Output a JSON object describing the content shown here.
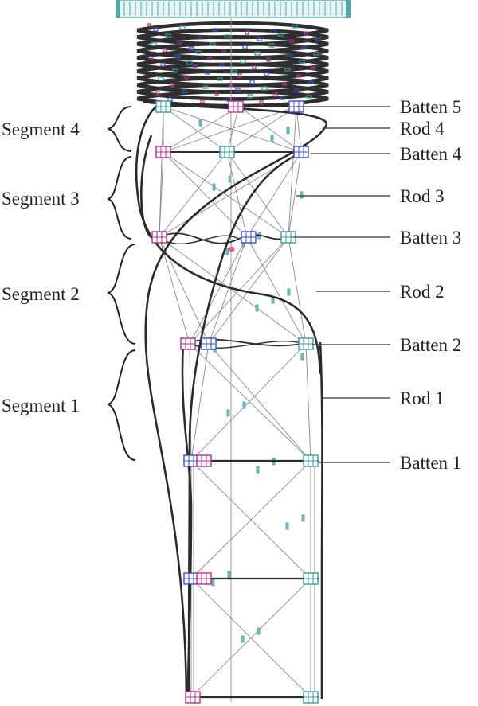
{
  "segments": [
    {
      "label": "Segment 4"
    },
    {
      "label": "Segment 3"
    },
    {
      "label": "Segment 2"
    },
    {
      "label": "Segment 1"
    }
  ],
  "battens": [
    {
      "label": "Batten 5"
    },
    {
      "label": "Batten 4"
    },
    {
      "label": "Batten 3"
    },
    {
      "label": "Batten 2"
    },
    {
      "label": "Batten 1"
    }
  ],
  "rods": [
    {
      "label": "Rod 4"
    },
    {
      "label": "Rod 3"
    },
    {
      "label": "Rod 2"
    },
    {
      "label": "Rod 1"
    }
  ],
  "colors": {
    "structure": "#2b2b2b",
    "cable": "#808080",
    "joint_teal": "#3c9a9a",
    "joint_magenta": "#b0308c",
    "joint_blue": "#3a4fc0",
    "base_plate": "#56a6a6"
  }
}
